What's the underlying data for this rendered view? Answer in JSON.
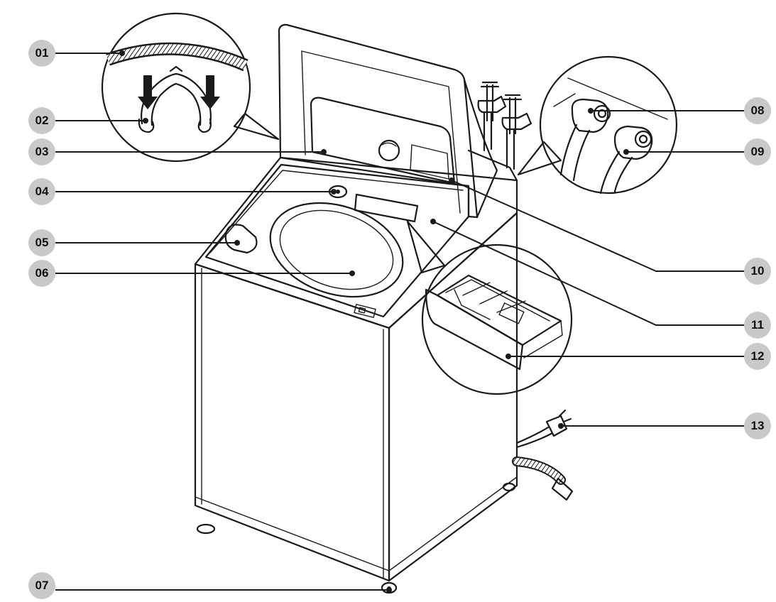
{
  "callouts": [
    {
      "id": "c01",
      "label": "01"
    },
    {
      "id": "c02",
      "label": "02"
    },
    {
      "id": "c03",
      "label": "03"
    },
    {
      "id": "c04",
      "label": "04"
    },
    {
      "id": "c05",
      "label": "05"
    },
    {
      "id": "c06",
      "label": "06"
    },
    {
      "id": "c07",
      "label": "07"
    },
    {
      "id": "c08",
      "label": "08"
    },
    {
      "id": "c09",
      "label": "09"
    },
    {
      "id": "c10",
      "label": "10"
    },
    {
      "id": "c11",
      "label": "11"
    },
    {
      "id": "c12",
      "label": "12"
    },
    {
      "id": "c13",
      "label": "13"
    }
  ],
  "colors": {
    "badge": "#c9c9c9",
    "line": "#1a1a1a"
  }
}
